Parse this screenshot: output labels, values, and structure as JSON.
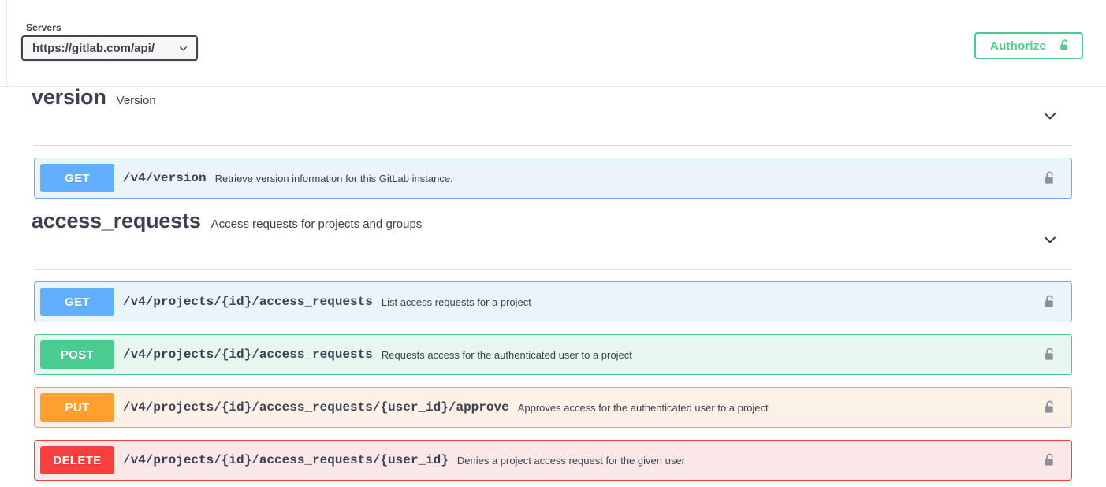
{
  "topbar": {
    "servers_label": "Servers",
    "server_selected": "https://gitlab.com/api/",
    "server_caret_icon": "chevron-down-icon",
    "authorize_label": "Authorize",
    "authorize_icon": "unlock-icon",
    "authorize_color": "#49cc90"
  },
  "colors": {
    "get": "#61affe",
    "post": "#49cc90",
    "put": "#fca130",
    "delete": "#f93e3e",
    "text": "#3b4151"
  },
  "sections": [
    {
      "name": "version",
      "description": "Version",
      "caret_icon": "chevron-down-icon",
      "operations": [
        {
          "method": "GET",
          "method_class": "get",
          "path": "/v4/version",
          "summary": "Retrieve version information for this GitLab instance.",
          "lock_icon": "unlock-icon"
        }
      ]
    },
    {
      "name": "access_requests",
      "description": "Access requests for projects and groups",
      "caret_icon": "chevron-down-icon",
      "operations": [
        {
          "method": "GET",
          "method_class": "get",
          "path": "/v4/projects/{id}/access_requests",
          "summary": "List access requests for a project",
          "lock_icon": "unlock-icon"
        },
        {
          "method": "POST",
          "method_class": "post",
          "path": "/v4/projects/{id}/access_requests",
          "summary": "Requests access for the authenticated user to a project",
          "lock_icon": "unlock-icon"
        },
        {
          "method": "PUT",
          "method_class": "put",
          "path": "/v4/projects/{id}/access_requests/{user_id}/approve",
          "summary": "Approves access for the authenticated user to a project",
          "lock_icon": "unlock-icon"
        },
        {
          "method": "DELETE",
          "method_class": "delete",
          "path": "/v4/projects/{id}/access_requests/{user_id}",
          "summary": "Denies a project access request for the given user",
          "lock_icon": "unlock-icon"
        }
      ]
    }
  ]
}
